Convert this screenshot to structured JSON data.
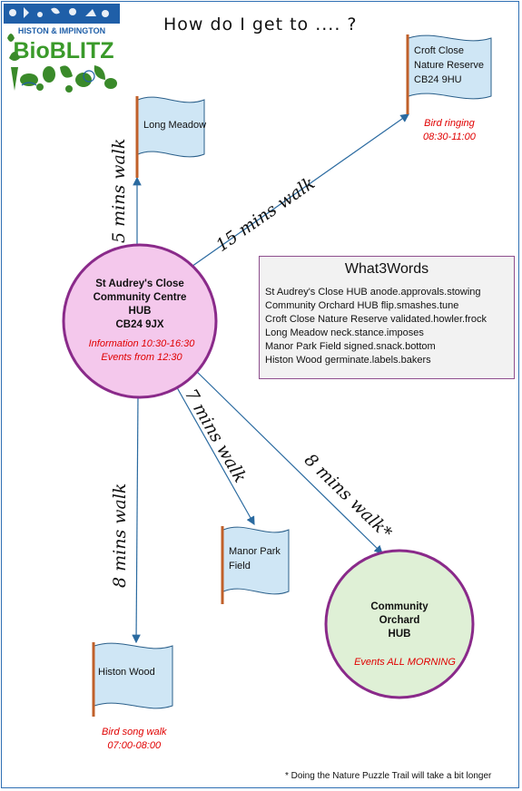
{
  "logo": {
    "line1": "HISTON & IMPINGTON",
    "line2": "BioBLITZ"
  },
  "title": "How do I get to .... ?",
  "hubs": {
    "main": {
      "name_lines": [
        "St Audrey's Close",
        "Community Centre",
        "HUB",
        "CB24 9JX"
      ],
      "notes": [
        "Information 10:30-16:30",
        "Events from 12:30"
      ]
    },
    "orchard": {
      "name_lines": [
        "Community",
        "Orchard",
        "HUB"
      ],
      "note": "Events ALL MORNING"
    }
  },
  "flags": {
    "long_meadow": {
      "lines": [
        "Long Meadow"
      ]
    },
    "croft_close": {
      "lines": [
        "Croft Close",
        "Nature Reserve",
        "CB24 9HU"
      ],
      "notes": [
        "Bird ringing",
        "08:30-11:00"
      ]
    },
    "manor_park": {
      "lines": [
        "Manor Park",
        "Field"
      ]
    },
    "histon_wood": {
      "lines": [
        "Histon Wood"
      ],
      "notes": [
        "Bird song walk",
        "07:00-08:00"
      ]
    }
  },
  "walks": {
    "long_meadow": "5 mins walk",
    "croft_close": "15 mins walk",
    "manor_park": "7 mins walk",
    "orchard": "8 mins walk*",
    "histon_wood": "8 mins walk"
  },
  "what3words": {
    "title": "What3Words",
    "rows": [
      "St Audrey's Close HUB anode.approvals.stowing",
      "Community Orchard HUB flip.smashes.tune",
      "Croft Close Nature Reserve validated.howler.frock",
      "Long Meadow neck.stance.imposes",
      "Manor Park Field signed.snack.bottom",
      "Histon Wood germinate.labels.bakers"
    ]
  },
  "footnote": "* Doing the Nature Puzzle Trail will take a bit longer",
  "colors": {
    "frame": "#2f6fb3",
    "flag_fill": "#cfe6f5",
    "pole": "#c0602a",
    "main_hub_fill": "#f4c8ec",
    "hub_border": "#8a2a8a",
    "orchard_fill": "#dff0d6",
    "arrow": "#2a6aa0",
    "note_red": "#e00000"
  }
}
